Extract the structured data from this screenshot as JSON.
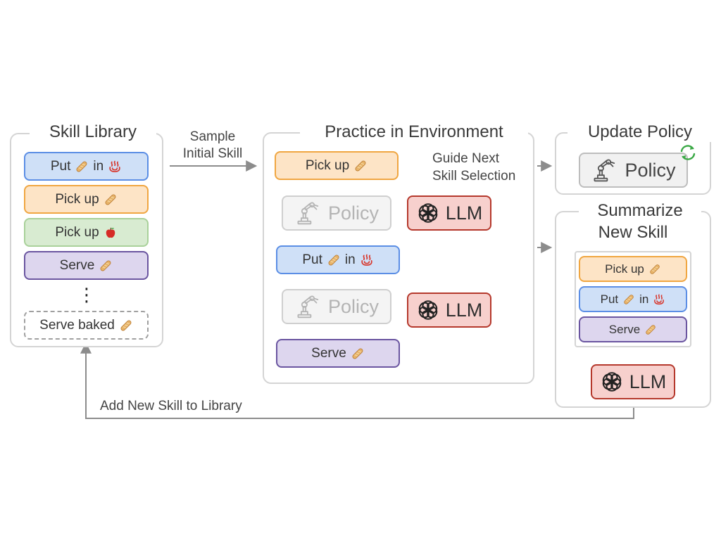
{
  "skill_library": {
    "title": "Skill Library",
    "items": [
      {
        "verb": "Put",
        "obj": "🥖",
        "prep": "in",
        "target": "♨"
      },
      {
        "verb": "Pick up",
        "obj": "🥖"
      },
      {
        "verb": "Pick up",
        "obj": "🍎"
      },
      {
        "verb": "Serve",
        "obj": "🥖"
      }
    ],
    "ellipsis": "⋮",
    "new_item": {
      "verb": "Serve baked",
      "obj": "🥖"
    }
  },
  "sample_label": {
    "line1": "Sample",
    "line2": "Initial Skill"
  },
  "practice": {
    "title": "Practice in Environment",
    "guide_label": {
      "line1": "Guide Next",
      "line2": "Skill Selection"
    },
    "step1": {
      "verb": "Pick up",
      "obj": "🥖"
    },
    "step2": {
      "verb": "Put",
      "obj": "🥖",
      "prep": "in",
      "target": "♨"
    },
    "step3": {
      "verb": "Serve",
      "obj": "🥖"
    },
    "policy_label": "Policy",
    "llm_label": "LLM"
  },
  "update_policy": {
    "title": "Update Policy",
    "policy_label": "Policy"
  },
  "summarize": {
    "title_line1": "Summarize",
    "title_line2": "New Skill",
    "items": [
      {
        "verb": "Pick up",
        "obj": "🥖"
      },
      {
        "verb": "Put",
        "obj": "🥖",
        "prep": "in",
        "target": "♨"
      },
      {
        "verb": "Serve",
        "obj": "🥖"
      }
    ],
    "llm_label": "LLM"
  },
  "feedback_label": "Add New Skill to Library",
  "colors": {
    "blue_fill": "#cfe0f7",
    "blue_border": "#5b8ee5",
    "orange_fill": "#fde4c6",
    "orange_border": "#f0a641",
    "green_fill": "#d8ebd1",
    "green_border": "#a9d19a",
    "purple_fill": "#ddd6ee",
    "purple_border": "#6a55a0",
    "llm_fill": "#f7d0cd",
    "llm_border": "#b5382c",
    "arrow": "#8c8c8c",
    "refresh": "#3aa845"
  },
  "icons": {
    "robot": "robot-arm-icon",
    "llm": "openai-logo-icon",
    "refresh": "refresh-icon",
    "bread": "baguette-icon",
    "apple": "apple-icon",
    "heat": "hot-springs-icon"
  }
}
